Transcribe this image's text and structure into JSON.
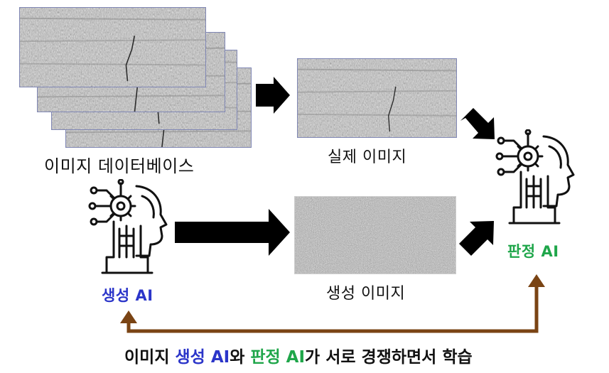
{
  "labels": {
    "image_database": "이미지 데이터베이스",
    "real_image": "실제 이미지",
    "generated_image": "생성 이미지",
    "generator_ai": "생성 AI",
    "discriminator_ai": "판정 AI"
  },
  "caption": {
    "part1": "이미지 ",
    "generator": "생성 AI",
    "part2": "와 ",
    "discriminator": "판정 AI",
    "part3": "가 서로 경쟁하면서 학습"
  },
  "icons": {
    "generator": "robot-gear-head-icon",
    "discriminator": "robot-gear-head-icon"
  },
  "colors": {
    "generator_blue": "#2b35c9",
    "discriminator_green": "#1fa64a",
    "feedback_arrow": "#7a4414",
    "black_arrow": "#000000"
  }
}
